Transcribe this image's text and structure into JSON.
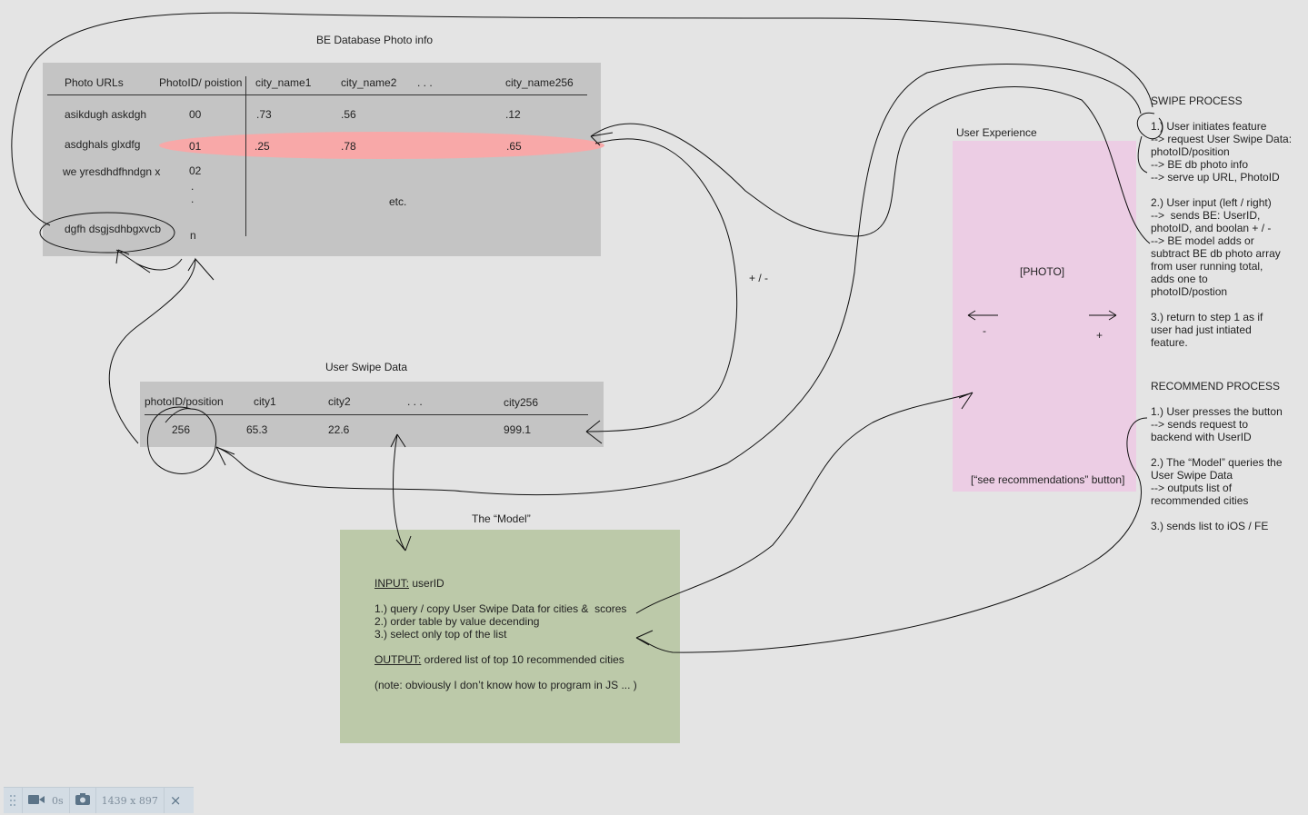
{
  "db": {
    "title": "BE Database Photo info",
    "headers": [
      "Photo URLs",
      "PhotoID/ poistion",
      "city_name1",
      "city_name2",
      ". . .",
      "city_name256"
    ],
    "rows": [
      {
        "url": "asikdugh askdgh",
        "id": "00",
        "c1": ".73",
        "c2": ".56",
        "c3": ".12"
      },
      {
        "url": "asdghals glxdfg",
        "id": "01",
        "c1": ".25",
        "c2": ".78",
        "c3": ".65"
      },
      {
        "url": "we yresdhdfhndgn x",
        "id": "02"
      },
      {
        "url": "dgfh dsgjsdhbgxvcb",
        "id": "n"
      }
    ],
    "dots": ".\n.",
    "etc": "etc."
  },
  "swipe": {
    "title": "User Swipe Data",
    "headers": [
      "photoID/position",
      "city1",
      "city2",
      ". . .",
      "city256"
    ],
    "row": [
      "256",
      "65.3",
      "22.6",
      "999.1"
    ]
  },
  "plusminus": "+ / -",
  "model": {
    "title": "The “Model”",
    "input_label": "INPUT:",
    "input_value": " userID",
    "steps": "1.) query / copy User Swipe Data for cities &  scores\n2.) order table by value decending\n3.) select only top of the list",
    "output_label": "OUTPUT:",
    "output_value": " ordered list of top 10 recommended cities",
    "note": "(note: obviously I don’t know how to program in JS ... )"
  },
  "ux": {
    "title": "User Experience",
    "photo": "[PHOTO]",
    "minus": "-",
    "plus": "+",
    "button": "[“see recommendations” button]"
  },
  "swipe_process": {
    "title": "SWIPE PROCESS",
    "step1": "1.) User initiates feature\n--> request User Swipe Data:\nphotoID/position\n--> BE db photo info\n--> serve up URL, PhotoID",
    "step2": "2.) User input (left / right)\n-->  sends BE: UserID,\nphotoID, and boolan + / -\n--> BE model adds or\nsubtract BE db photo array\nfrom user running total,\nadds one to\nphotoID/postion",
    "step3": "3.) return to step 1 as if\nuser had just intiated\nfeature."
  },
  "recommend_process": {
    "title": "RECOMMEND PROCESS",
    "step1": "1.) User presses the button\n--> sends request to\nbackend with UserID",
    "step2": "2.) The “Model” queries the\nUser Swipe Data\n--> outputs list of\nrecommended cities",
    "step3": "3.) sends list to iOS / FE"
  },
  "toolbar": {
    "duration": "0s",
    "dimensions": "1439 x 897",
    "close": "×"
  }
}
